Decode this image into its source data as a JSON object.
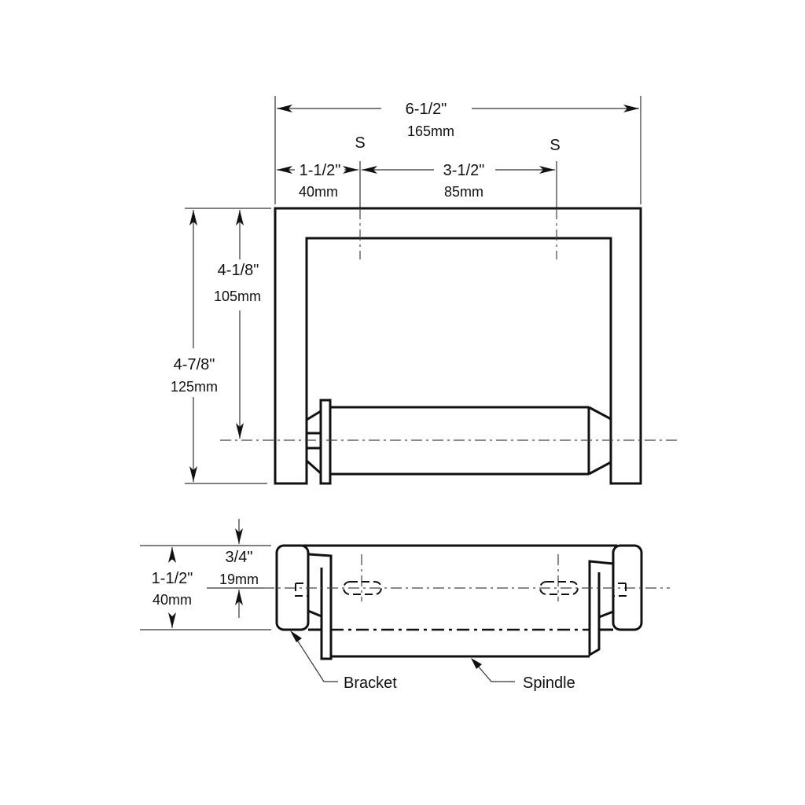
{
  "diagram": {
    "type": "technical-drawing",
    "subject": "Toilet tissue holder dimensions",
    "front_view": {
      "overall_width": {
        "imperial": "6-1/2\"",
        "metric": "165mm"
      },
      "left_to_mount": {
        "imperial": "1-1/2\"",
        "metric": "40mm"
      },
      "mount_spacing": {
        "imperial": "3-1/2\"",
        "metric": "85mm"
      },
      "mount_marker_left": "S",
      "mount_marker_right": "S",
      "top_to_spindle": {
        "imperial": "4-1/8\"",
        "metric": "105mm"
      },
      "overall_height": {
        "imperial": "4-7/8\"",
        "metric": "125mm"
      }
    },
    "bottom_view": {
      "depth_to_center": {
        "imperial": "3/4\"",
        "metric": "19mm"
      },
      "overall_depth": {
        "imperial": "1-1/2\"",
        "metric": "40mm"
      },
      "callouts": [
        {
          "label": "Bracket"
        },
        {
          "label": "Spindle"
        }
      ]
    }
  },
  "colors": {
    "line": "#111111",
    "background": "#ffffff"
  }
}
